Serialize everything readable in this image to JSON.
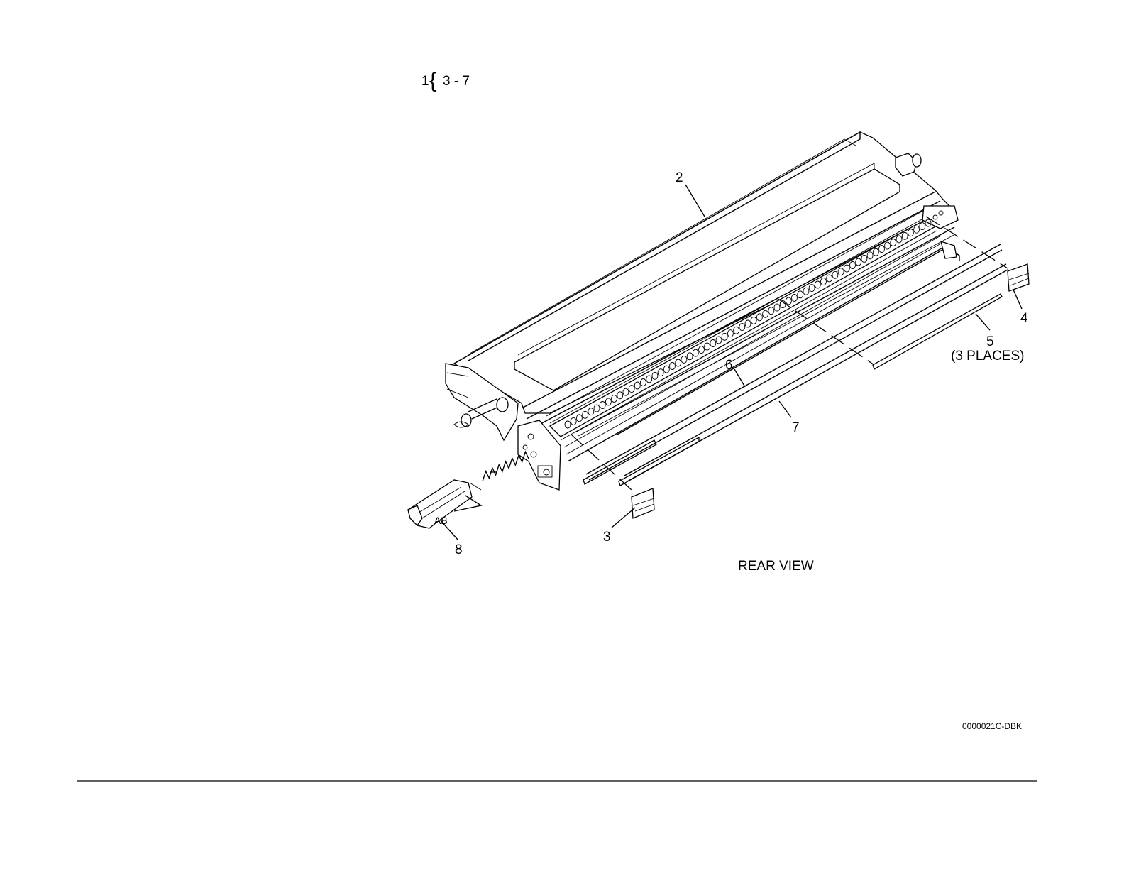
{
  "header": {
    "assembly_number": "1",
    "brace": "{",
    "range": "3 - 7"
  },
  "callouts": {
    "c2": "2",
    "c3": "3",
    "c4": "4",
    "c5": "5",
    "c5_note": "(3 PLACES)",
    "c6": "6",
    "c7": "7",
    "c8": "8",
    "ab": "AB"
  },
  "view_label": "REAR VIEW",
  "figure_id": "0000021C-DBK"
}
